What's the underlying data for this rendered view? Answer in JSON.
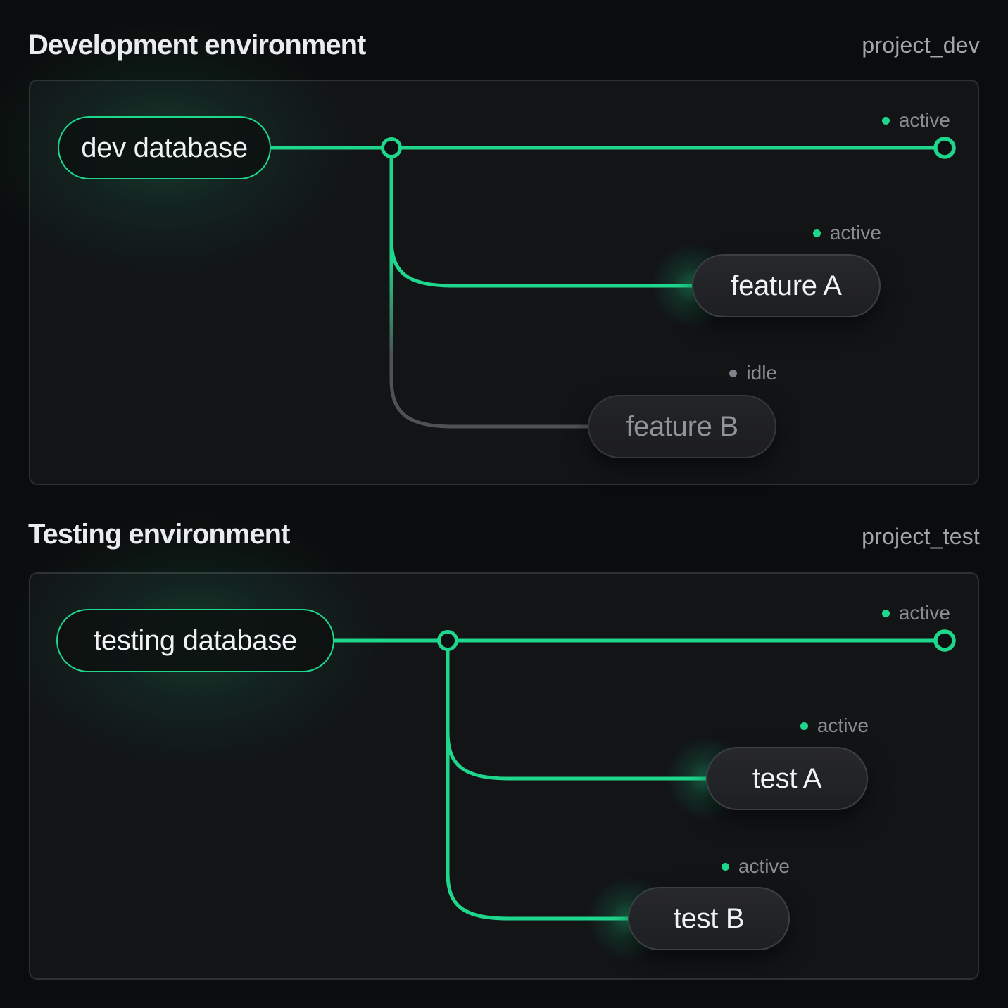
{
  "colors": {
    "accent": "#1fd78c",
    "idle_line": "#4e5255",
    "idle_dot": "#7d8388",
    "status_text": "#878e93",
    "background": "#0b0c0d"
  },
  "panels": [
    {
      "title": "Development environment",
      "project_tag": "project_dev",
      "database": {
        "label": "dev database"
      },
      "main_branch_status": "active",
      "branches": [
        {
          "label": "feature A",
          "status": "active"
        },
        {
          "label": "feature B",
          "status": "idle"
        }
      ]
    },
    {
      "title": "Testing environment",
      "project_tag": "project_test",
      "database": {
        "label": "testing database"
      },
      "main_branch_status": "active",
      "branches": [
        {
          "label": "test A",
          "status": "active"
        },
        {
          "label": "test B",
          "status": "active"
        }
      ]
    }
  ]
}
